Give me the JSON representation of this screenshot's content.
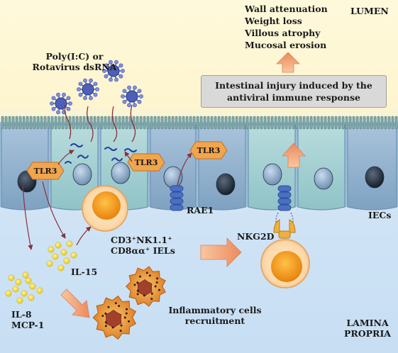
{
  "labels": {
    "lumen": "LUMEN",
    "lamina_propria_line1": "LAMINA",
    "lamina_propria_line2": "PROPRIA",
    "iecs": "IECs",
    "ligand_line1": "Poly(I:C) or",
    "ligand_line2": "Rotavirus dsRNA",
    "tlr3": "TLR3",
    "rae1": "RAE1",
    "nkg2d": "NKG2D",
    "iel_line1": "CD3⁺NK1.1⁺",
    "iel_line2": "CD8αα⁺ IELs",
    "il15": "IL-15",
    "il8": "IL-8",
    "mcp1": "MCP-1",
    "inflammatory_line1": "Inflammatory cells",
    "inflammatory_line2": "recruitment",
    "injury_line1": "Intestinal injury induced by the",
    "injury_line2": "antiviral immune response"
  },
  "effects": [
    "Wall attenuation",
    "Weight loss",
    "Villous atrophy",
    "Mucosal erosion"
  ],
  "colors": {
    "lumen_bg": "#fdf7d2",
    "lamina_bg": "#cfe3f6",
    "epithelium_teal": "#a9d3d6",
    "epithelium_blue": "#8fb1cf",
    "nucleus": "#1f2d3c",
    "receptor_orange": "#f0a54e",
    "arrow_orange": "#f0a070",
    "virus_blue": "#4d5fb8",
    "cytokine_yellow": "#f3d62a"
  }
}
